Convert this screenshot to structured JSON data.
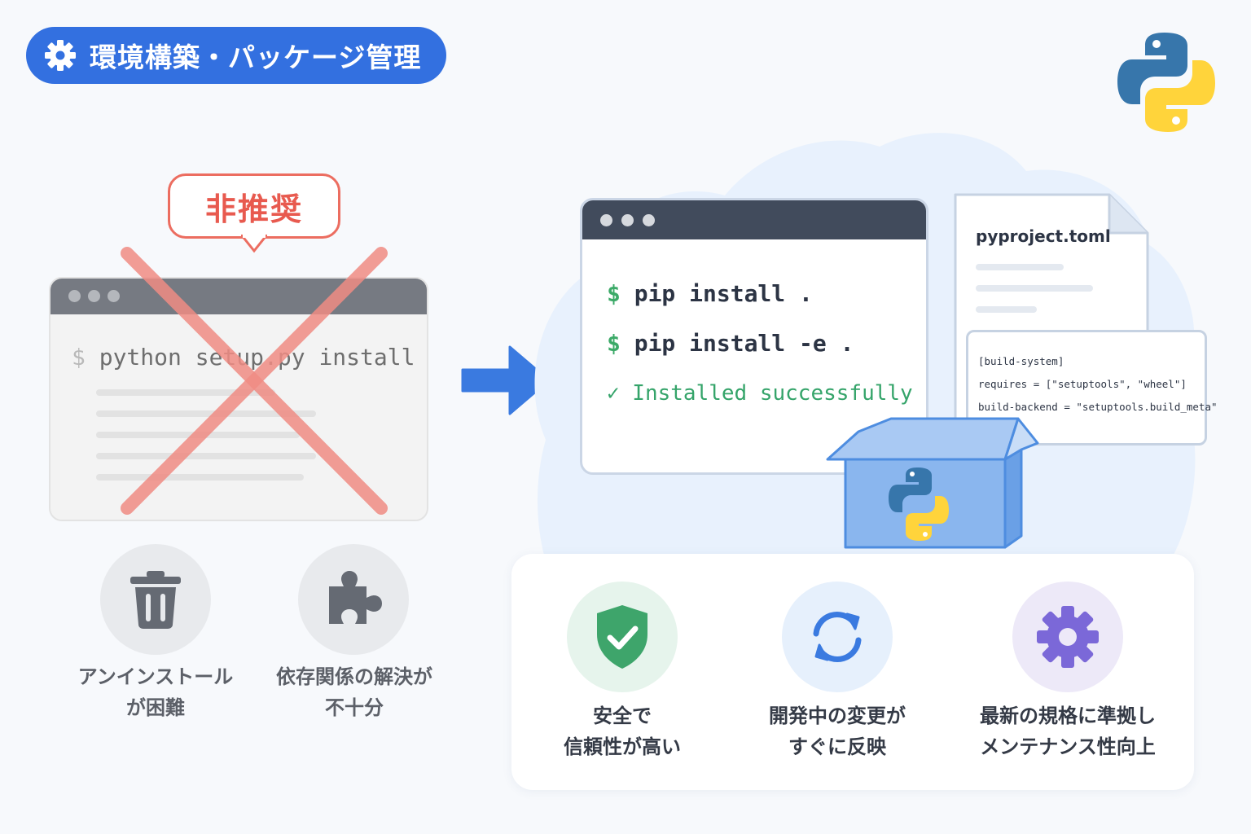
{
  "header": {
    "title": "環境構築・パッケージ管理",
    "icon": "gear-icon"
  },
  "deprecated": {
    "badge": "非推奨",
    "command_prompt": "$",
    "command": "python setup.py install",
    "issues": [
      {
        "icon": "trash-icon",
        "line1": "アンインストール",
        "line2": "が困難"
      },
      {
        "icon": "puzzle-icon",
        "line1": "依存関係の解決が",
        "line2": "不十分"
      }
    ]
  },
  "recommended": {
    "terminal": {
      "prompt": "$",
      "cmd1": "pip install .",
      "cmd2": "pip install -e .",
      "success": "✓ Installed successfully"
    },
    "config_file": {
      "filename": "pyproject.toml",
      "lines": [
        "[build-system]",
        "requires = [\"setuptools\", \"wheel\"]",
        "build-backend = \"setuptools.build_meta\""
      ]
    },
    "benefits": [
      {
        "icon": "shield-check-icon",
        "line1": "安全で",
        "line2": "信頼性が高い"
      },
      {
        "icon": "refresh-icon",
        "line1": "開発中の変更が",
        "line2": "すぐに反映"
      },
      {
        "icon": "gear-icon",
        "line1": "最新の規格に準拠し",
        "line2": "メンテナンス性向上"
      }
    ]
  },
  "colors": {
    "header_blue": "#3370e0",
    "deprecated_red": "#e85a4f",
    "success_green": "#35a46a",
    "python_blue": "#3776ab",
    "python_yellow": "#ffd43b",
    "benefit_purple": "#7b68d8"
  }
}
